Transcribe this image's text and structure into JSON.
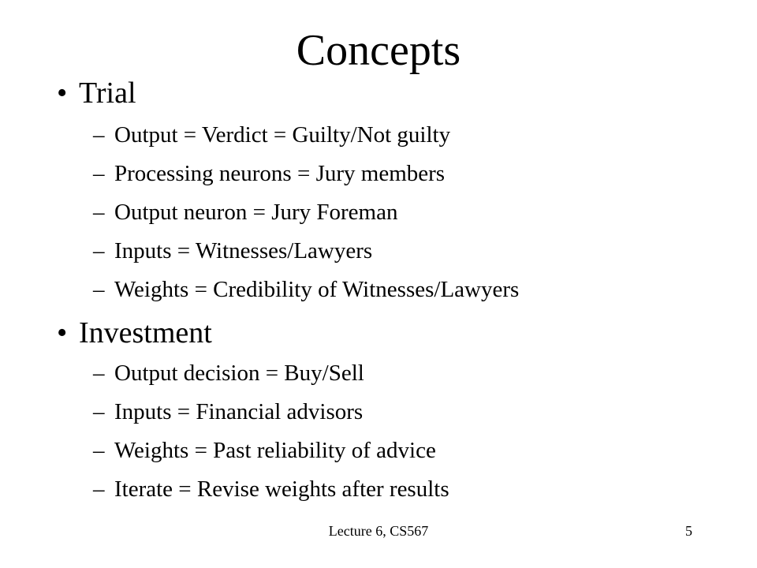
{
  "slide": {
    "title": "Concepts",
    "bullet_glyph": "•",
    "dash_glyph": "–",
    "sections": [
      {
        "heading": "Trial",
        "items": [
          "Output = Verdict = Guilty/Not guilty",
          "Processing neurons = Jury members",
          "Output neuron = Jury Foreman",
          "Inputs = Witnesses/Lawyers",
          "Weights = Credibility of Witnesses/Lawyers"
        ]
      },
      {
        "heading": "Investment",
        "items": [
          "Output decision = Buy/Sell",
          "Inputs = Financial advisors",
          "Weights = Past reliability of advice",
          "Iterate = Revise weights after results"
        ]
      }
    ],
    "footer": {
      "lecture": "Lecture 6, CS567",
      "page_number": "5"
    }
  }
}
